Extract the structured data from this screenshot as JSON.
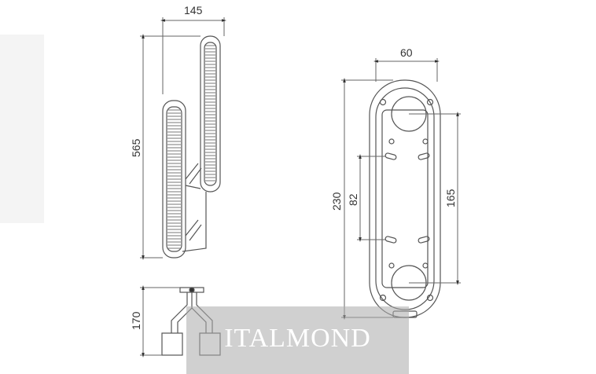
{
  "brand": {
    "watermark": "ITALMOND"
  },
  "dimensions": {
    "side_width": "145",
    "side_height": "565",
    "base_height": "170",
    "plate_width": "60",
    "plate_height": "230",
    "inner_spacing": "82",
    "hole_spacing": "165"
  },
  "colors": {
    "line": "#444444",
    "dim_line": "#666666",
    "watermark_bg": "#aaaaaa"
  }
}
